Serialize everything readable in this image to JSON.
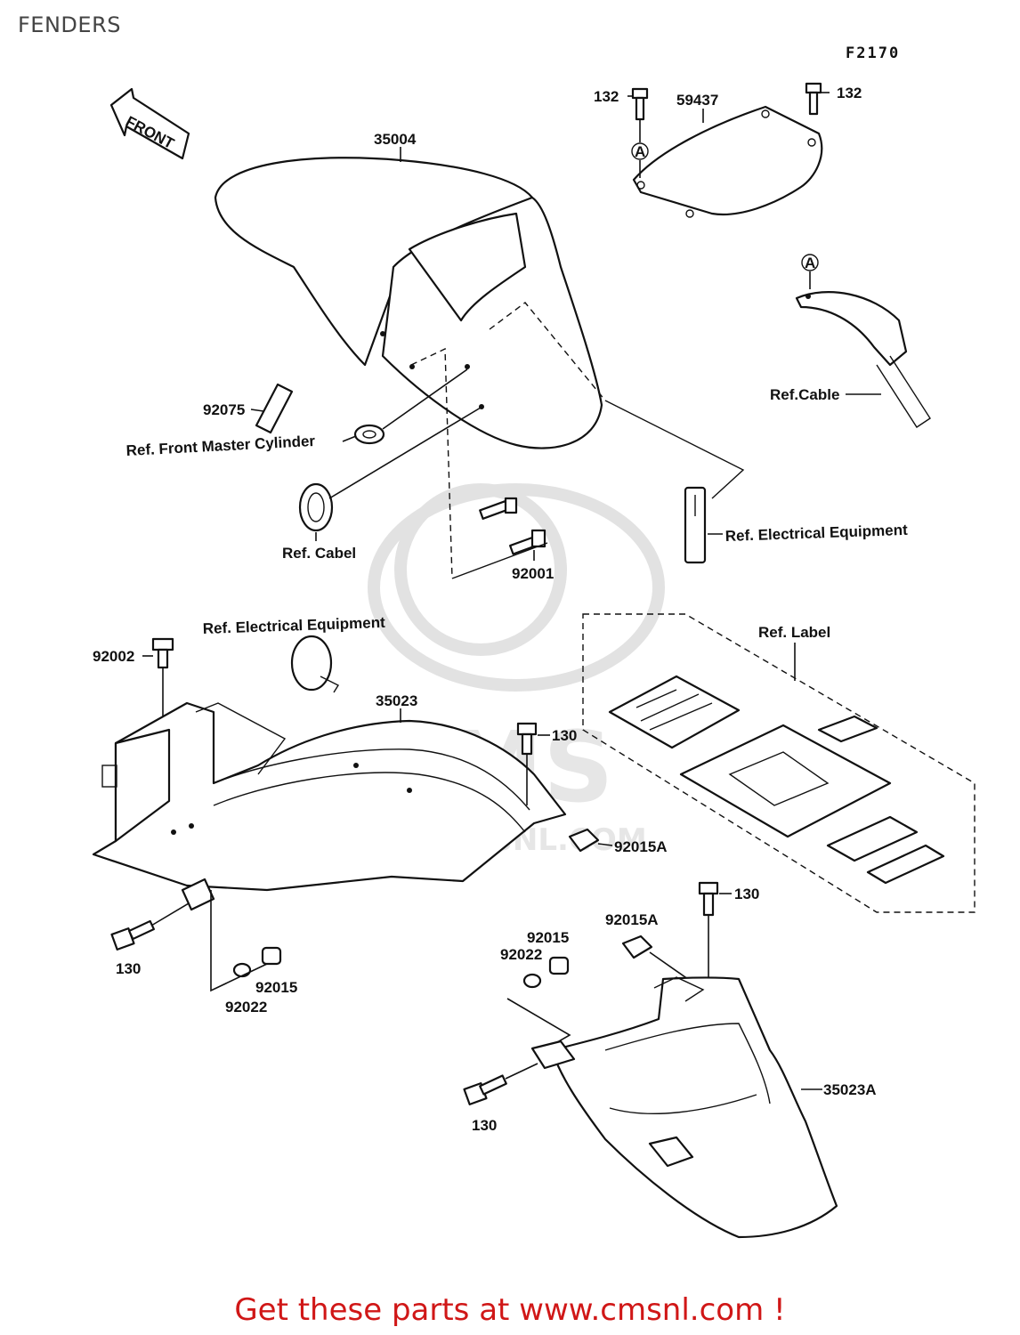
{
  "page": {
    "title": "FENDERS",
    "figure_code": "F2170"
  },
  "footer": {
    "text": "Get these parts at www.cmsnl.com !"
  },
  "diagram": {
    "front_arrow": "FRONT",
    "watermark_text": "CMS",
    "watermark_url": "WWW.CMSNL.COM",
    "callout_marker": "A",
    "labels": {
      "p35004": "35004",
      "p59437": "59437",
      "p132_left": "132",
      "p132_right": "132",
      "ref_cable_top": "Ref.Cable",
      "p92075": "92075",
      "ref_front_master": "Ref. Front Master Cylinder",
      "ref_cabel": "Ref. Cabel",
      "ref_electrical_right": "Ref. Electrical Equipment",
      "p92001": "92001",
      "ref_electrical_left": "Ref. Electrical Equipment",
      "p92002": "92002",
      "p35023": "35023",
      "p130_a": "130",
      "ref_label": "Ref. Label",
      "p92015A_a": "92015A",
      "p130_b": "130",
      "p92015_a": "92015",
      "p92022_a": "92022",
      "p130_c": "130",
      "p92015A_b": "92015A",
      "p92015_b": "92015",
      "p92022_b": "92022",
      "p35023A": "35023A",
      "p130_d": "130"
    }
  }
}
